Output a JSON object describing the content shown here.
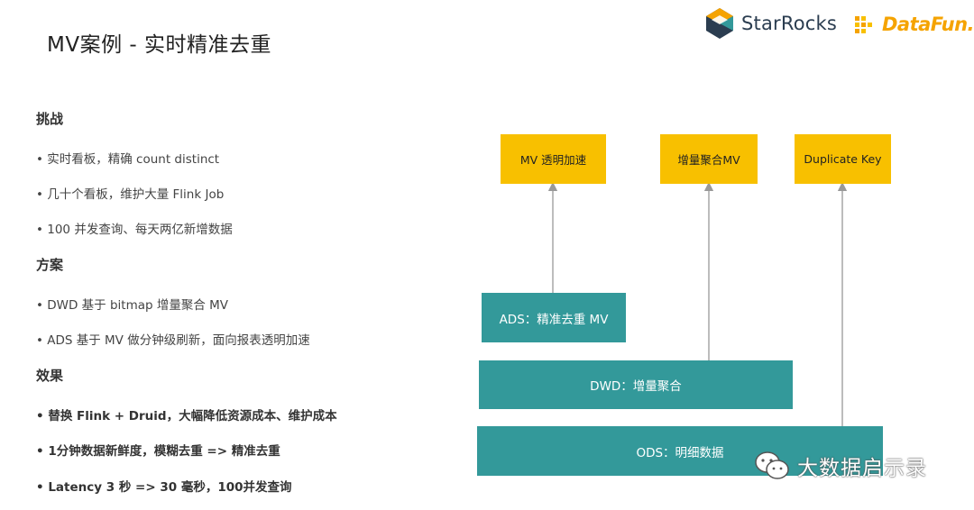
{
  "slide": {
    "title": "MV案例 - 实时精准去重"
  },
  "logos": {
    "starrocks": "StarRocks",
    "datafun": "DataFun."
  },
  "sections": [
    {
      "heading": "挑战",
      "items": [
        "• 实时看板，精确 count distinct",
        "• 几十个看板，维护大量 Flink Job",
        "• 100 并发查询、每天两亿新增数据"
      ]
    },
    {
      "heading": "方案",
      "items": [
        "• DWD 基于 bitmap 增量聚合 MV",
        "• ADS 基于 MV 做分钟级刷新，面向报表透明加速"
      ]
    },
    {
      "heading": "效果",
      "items": [
        "• 替换 Flink + Druid，大幅降低资源成本、维护成本",
        "• 1分钟数据新鲜度，模糊去重 => 精准去重",
        "• Latency 3 秒 => 30 毫秒，100并发查询"
      ]
    }
  ],
  "diagram": {
    "top_boxes": [
      "MV 透明加速",
      "增量聚合MV",
      "Duplicate Key"
    ],
    "layers": [
      "ADS：精准去重 MV",
      "DWD：增量聚合",
      "ODS：明细数据"
    ],
    "colors": {
      "yellow_box": "#f8c000",
      "teal_box": "#33999a",
      "arrow": "#999999"
    }
  },
  "watermark": {
    "text": "大数据启示录"
  }
}
